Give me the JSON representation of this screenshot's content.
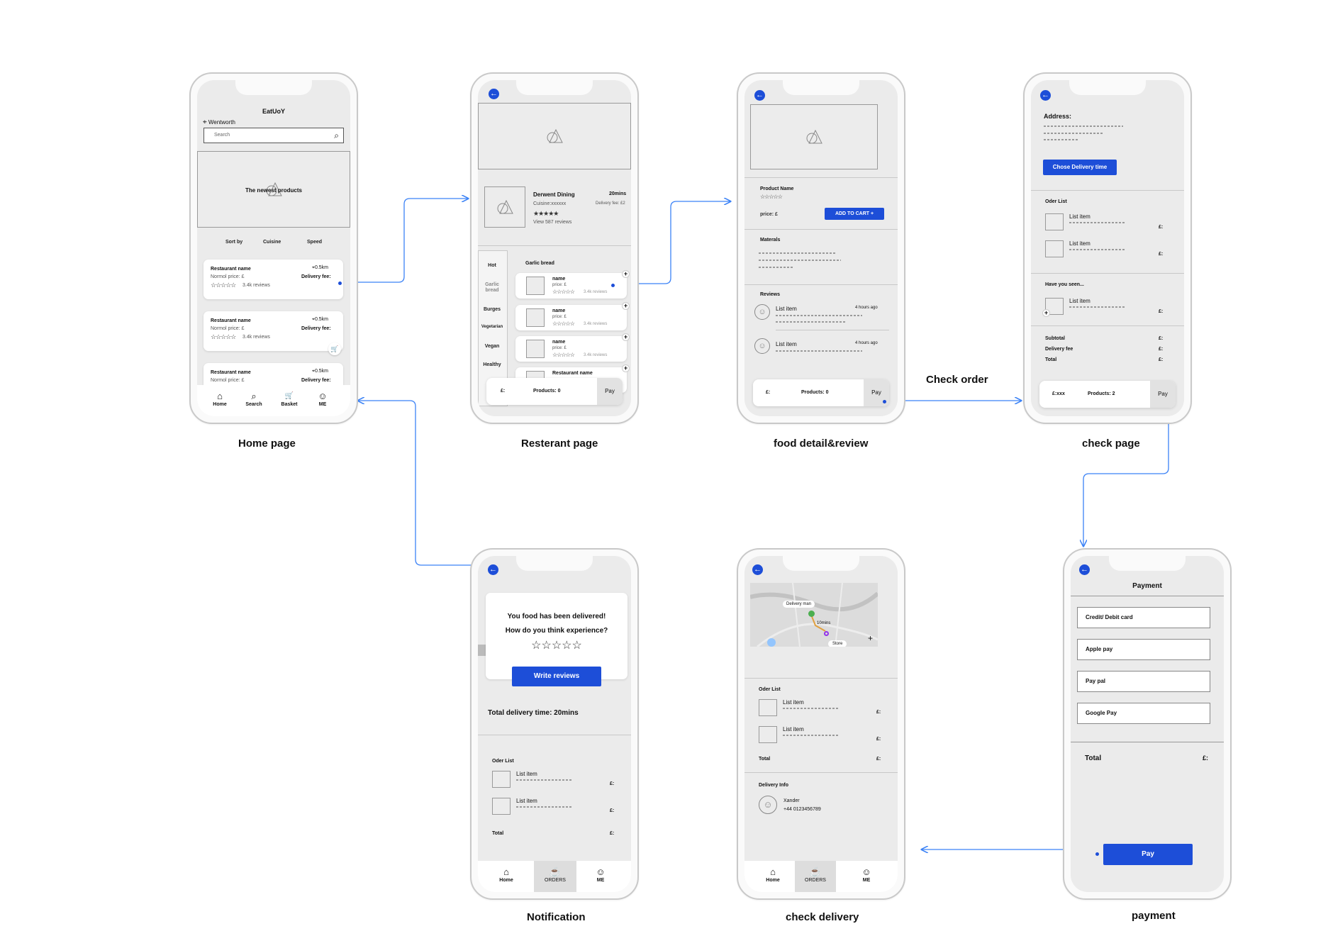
{
  "labels": {
    "home": "Home page",
    "restaurant": "Resterant page",
    "food": "food detail&review",
    "check": "check page",
    "notification": "Notification",
    "delivery": "check delivery",
    "payment": "payment",
    "check_order": "Check order"
  },
  "home": {
    "app_title": "EatUoY",
    "location": "Wentworth",
    "search_placeholder": "Search",
    "banner": "The newest products",
    "sort": "Sort by",
    "cuisine": "Cuisine",
    "speed": "Speed",
    "cards": [
      {
        "name": "Restaurant name",
        "price": "Normol price: £",
        "distance": "0.5km",
        "fee": "Delivery fee:",
        "reviews": "3.4k reviews"
      },
      {
        "name": "Restaurant name",
        "price": "Normol price: £",
        "distance": "0.5km",
        "fee": "Delivery fee:",
        "reviews": "3.4k reviews"
      },
      {
        "name": "Restaurant name",
        "price": "Normol price: £",
        "distance": "0.5km",
        "fee": "Delivery fee:"
      }
    ],
    "tabs": [
      "Home",
      "Search",
      "Basket",
      "ME"
    ]
  },
  "restaurant": {
    "name": "Derwent Dining",
    "time": "20mins",
    "cuisine": "Cuisine:xxxxxx",
    "fee": "Delivery fee: £2",
    "reviews": "View 587 reviews",
    "categories": [
      "Hot",
      "Garlic bread",
      "Burges",
      "Vegetarian",
      "Vegan",
      "Healthy"
    ],
    "section": "Garlic bread",
    "items": [
      {
        "name": "name",
        "price": "price: £",
        "reviews": "3.4k reviews"
      },
      {
        "name": "name",
        "price": "price: £",
        "reviews": "3.4k reviews"
      },
      {
        "name": "name",
        "price": "price: £",
        "reviews": "3.4k reviews"
      },
      {
        "name": "Restaurant name"
      }
    ],
    "cart_price": "£:",
    "cart_products": "Products: 0",
    "cart_pay": "Pay"
  },
  "food": {
    "product": "Product Name",
    "price": "price: £",
    "add": "ADD TO CART  +",
    "materials": "Materals",
    "reviews_title": "Reviews",
    "reviews": [
      {
        "title": "List item",
        "time": "4 hours ago"
      },
      {
        "title": "List item",
        "time": "4 hours ago"
      }
    ],
    "cart_price": "£:",
    "cart_products": "Products: 0",
    "cart_pay": "Pay"
  },
  "check": {
    "address": "Address:",
    "choose": "Chose Delivery time",
    "order_list": "Oder List",
    "items": [
      "List item",
      "List item"
    ],
    "price": "£:",
    "seen": "Have you seen...",
    "seen_item": "List item",
    "subtotal": "Subtotal",
    "fee": "Delivery fee",
    "total": "Total",
    "cart_price": "£:xxx",
    "cart_products": "Products: 2",
    "cart_pay": "Pay"
  },
  "notification": {
    "line1": "You food has been delivered!",
    "line2": "How do you think experience?",
    "write": "Write reviews",
    "delivery_time": "Total delivery time: 20mins",
    "order_list": "Oder List",
    "items": [
      "List item",
      "List item"
    ],
    "price": "£:",
    "total": "Total",
    "tabs": [
      "Home",
      "ORDERS",
      "ME"
    ]
  },
  "delivery": {
    "map_driver": "Delivery man",
    "map_time": "10mins",
    "map_store": "Store",
    "order_list": "Oder List",
    "items": [
      "List item",
      "List item"
    ],
    "price": "£:",
    "total": "Total",
    "info": "Delivery Info",
    "contact": "Xander",
    "phone": "+44 0123456789",
    "tabs": [
      "Home",
      "ORDERS",
      "ME"
    ]
  },
  "payment": {
    "title": "Payment",
    "options": [
      "Credit/ Debit card",
      "Apple pay",
      "Pay pal",
      "Google Pay"
    ],
    "total": "Total",
    "price": "£:",
    "pay": "Pay"
  },
  "colors": {
    "accent": "#1d4ed8",
    "connector": "#3b82f6",
    "screen": "#ebebeb"
  }
}
